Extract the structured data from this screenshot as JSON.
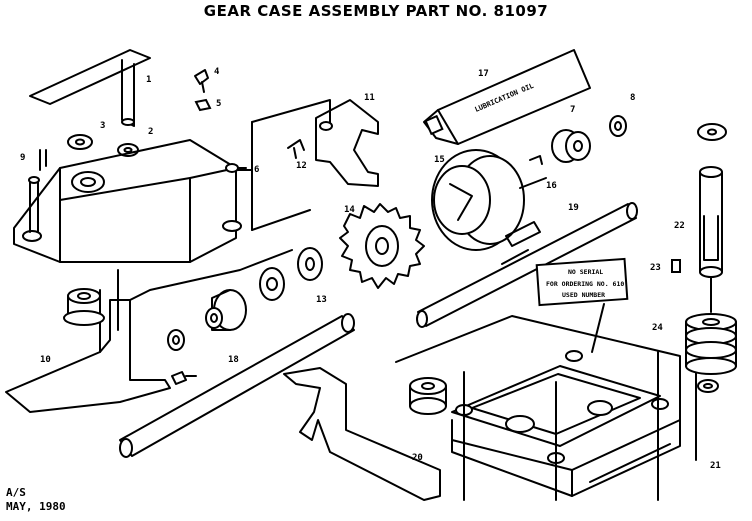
{
  "title": "GEAR CASE ASSEMBLY PART NO. 81097",
  "footer": {
    "line1": "A/S",
    "line2": "MAY, 1980"
  },
  "lube_tube_label": "LUBRICATION OIL",
  "notice_box": {
    "line1": "NO SERIAL",
    "line2": "FOR ORDERING NO. 610",
    "line3": "USED NUMBER"
  },
  "labels": {
    "l1": "1",
    "l2": "2",
    "l3": "3",
    "l4": "4",
    "l5": "5",
    "l6": "6",
    "l7": "7",
    "l8": "8",
    "l9": "9",
    "l10": "10",
    "l11": "11",
    "l12": "12",
    "l13": "13",
    "l14": "14",
    "l15": "15",
    "l16": "16",
    "l17": "17",
    "l18": "18",
    "l19": "19",
    "l20": "20",
    "l21": "21",
    "l22": "22",
    "l23": "23",
    "l24": "24"
  },
  "colors": {
    "ink": "#000000",
    "paper": "#ffffff"
  }
}
